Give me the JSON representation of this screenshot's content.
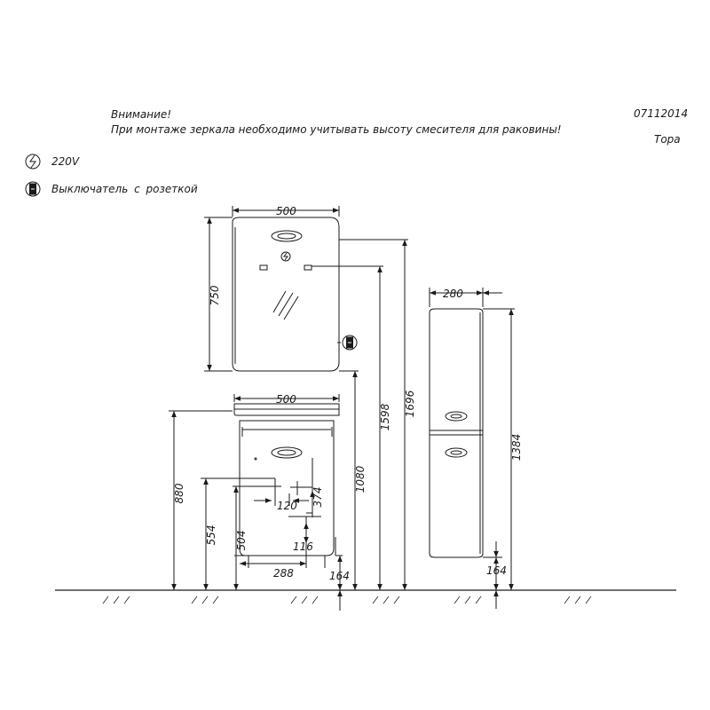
{
  "header": {
    "warning_title": "Внимание!",
    "warning_text": "При монтаже зеркала необходимо учитывать высоту смесителя для раковины!",
    "code": "07112014",
    "model": "Тора"
  },
  "legend": [
    {
      "icon": "power-outlet-icon",
      "label": "220V"
    },
    {
      "icon": "switch-socket-icon",
      "label": "Выключатель с розеткой"
    }
  ],
  "dimensions": {
    "mirror_width": "500",
    "mirror_height": "750",
    "cabinet_width": "500",
    "column_width": "280",
    "vanity_height": "880",
    "drain_554": "554",
    "drain_504": "504",
    "pipe_120": "120",
    "pipe_374": "374",
    "pipe_116": "116",
    "offset_288": "288",
    "leg_164": "164",
    "mirror_bottom": "1080",
    "socket_height": "1598",
    "mirror_top": "1696",
    "column_height": "1384",
    "column_leg_164": "164"
  }
}
